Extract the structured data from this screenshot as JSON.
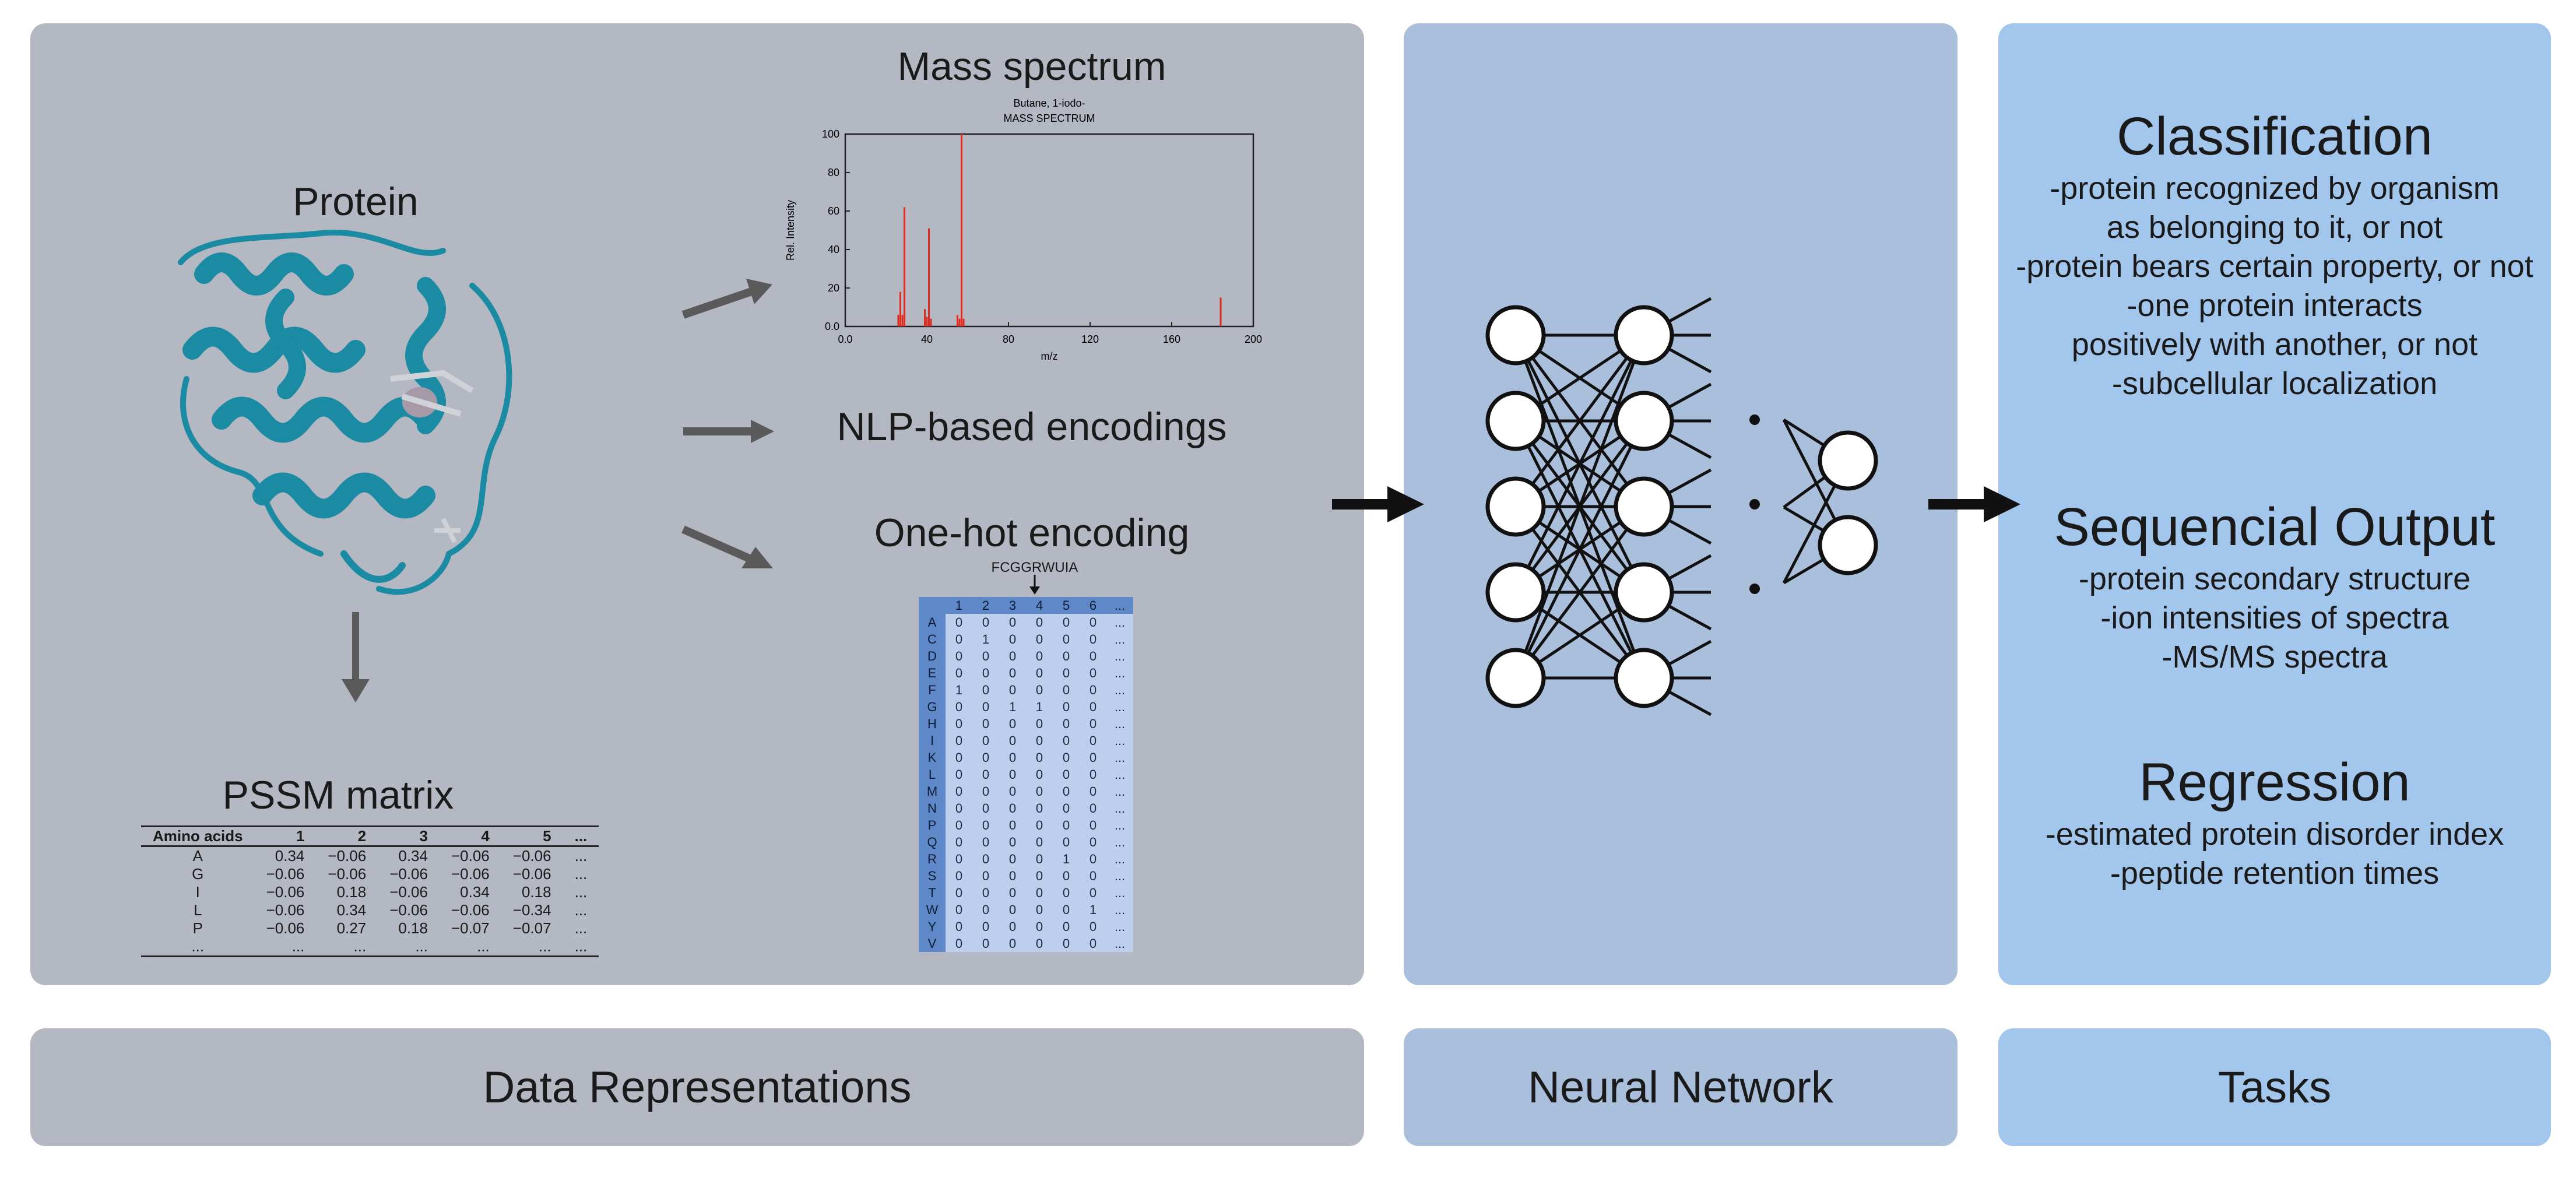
{
  "colors": {
    "data_panel": "#b4b8c2",
    "nn_panel": "#aabfdb",
    "tasks_panel": "#a3c6ec",
    "arrow_gray": "#5a5a5a",
    "arrow_black": "#111111",
    "protein": "#1b8aa3",
    "spectrum_line": "#e02a1d",
    "onehot_header": "#5f88c8",
    "onehot_cell": "#bcd0ee"
  },
  "footer": {
    "data": "Data Representations",
    "nn": "Neural Network",
    "tasks": "Tasks"
  },
  "protein": {
    "title": "Protein"
  },
  "mass_spectrum": {
    "title": "Mass spectrum",
    "inner_title_1": "Butane, 1-iodo-",
    "inner_title_2": "MASS SPECTRUM",
    "ylabel": "Rel. Intensity",
    "xlabel": "m/z",
    "xticks": [
      "0.0",
      "40",
      "80",
      "120",
      "160",
      "200"
    ],
    "yticks": [
      "100",
      "80",
      "60",
      "40",
      "20",
      "0.0"
    ]
  },
  "chart_data": {
    "type": "bar",
    "title": "Butane, 1-iodo- MASS SPECTRUM",
    "xlabel": "m/z",
    "ylabel": "Rel. Intensity",
    "xlim": [
      0,
      200
    ],
    "ylim": [
      0,
      100
    ],
    "x": [
      26,
      27,
      28,
      29,
      39,
      40,
      41,
      42,
      55,
      56,
      57,
      58,
      184
    ],
    "values": [
      6,
      18,
      6,
      62,
      9,
      5,
      51,
      4,
      6,
      4,
      100,
      4,
      15
    ]
  },
  "nlp": {
    "label": "NLP-based encodings"
  },
  "onehot": {
    "title": "One-hot encoding",
    "sequence": "FCGGRWUIA",
    "columns": [
      "1",
      "2",
      "3",
      "4",
      "5",
      "6",
      "..."
    ],
    "rows": [
      {
        "aa": "A",
        "values": [
          "0",
          "0",
          "0",
          "0",
          "0",
          "0",
          "..."
        ]
      },
      {
        "aa": "C",
        "values": [
          "0",
          "1",
          "0",
          "0",
          "0",
          "0",
          "..."
        ]
      },
      {
        "aa": "D",
        "values": [
          "0",
          "0",
          "0",
          "0",
          "0",
          "0",
          "..."
        ]
      },
      {
        "aa": "E",
        "values": [
          "0",
          "0",
          "0",
          "0",
          "0",
          "0",
          "..."
        ]
      },
      {
        "aa": "F",
        "values": [
          "1",
          "0",
          "0",
          "0",
          "0",
          "0",
          "..."
        ]
      },
      {
        "aa": "G",
        "values": [
          "0",
          "0",
          "1",
          "1",
          "0",
          "0",
          "..."
        ]
      },
      {
        "aa": "H",
        "values": [
          "0",
          "0",
          "0",
          "0",
          "0",
          "0",
          "..."
        ]
      },
      {
        "aa": "I",
        "values": [
          "0",
          "0",
          "0",
          "0",
          "0",
          "0",
          "..."
        ]
      },
      {
        "aa": "K",
        "values": [
          "0",
          "0",
          "0",
          "0",
          "0",
          "0",
          "..."
        ]
      },
      {
        "aa": "L",
        "values": [
          "0",
          "0",
          "0",
          "0",
          "0",
          "0",
          "..."
        ]
      },
      {
        "aa": "M",
        "values": [
          "0",
          "0",
          "0",
          "0",
          "0",
          "0",
          "..."
        ]
      },
      {
        "aa": "N",
        "values": [
          "0",
          "0",
          "0",
          "0",
          "0",
          "0",
          "..."
        ]
      },
      {
        "aa": "P",
        "values": [
          "0",
          "0",
          "0",
          "0",
          "0",
          "0",
          "..."
        ]
      },
      {
        "aa": "Q",
        "values": [
          "0",
          "0",
          "0",
          "0",
          "0",
          "0",
          "..."
        ]
      },
      {
        "aa": "R",
        "values": [
          "0",
          "0",
          "0",
          "0",
          "1",
          "0",
          "..."
        ]
      },
      {
        "aa": "S",
        "values": [
          "0",
          "0",
          "0",
          "0",
          "0",
          "0",
          "..."
        ]
      },
      {
        "aa": "T",
        "values": [
          "0",
          "0",
          "0",
          "0",
          "0",
          "0",
          "..."
        ]
      },
      {
        "aa": "W",
        "values": [
          "0",
          "0",
          "0",
          "0",
          "0",
          "1",
          "..."
        ]
      },
      {
        "aa": "Y",
        "values": [
          "0",
          "0",
          "0",
          "0",
          "0",
          "0",
          "..."
        ]
      },
      {
        "aa": "V",
        "values": [
          "0",
          "0",
          "0",
          "0",
          "0",
          "0",
          "..."
        ]
      }
    ]
  },
  "pssm": {
    "title": "PSSM matrix",
    "columns": [
      "Amino acids",
      "1",
      "2",
      "3",
      "4",
      "5",
      "..."
    ],
    "rows": [
      [
        "A",
        "0.34",
        "−0.06",
        "0.34",
        "−0.06",
        "−0.06",
        "..."
      ],
      [
        "G",
        "−0.06",
        "−0.06",
        "−0.06",
        "−0.06",
        "−0.06",
        "..."
      ],
      [
        "I",
        "−0.06",
        "0.18",
        "−0.06",
        "0.34",
        "0.18",
        "..."
      ],
      [
        "L",
        "−0.06",
        "0.34",
        "−0.06",
        "−0.06",
        "−0.34",
        "..."
      ],
      [
        "P",
        "−0.06",
        "0.27",
        "0.18",
        "−0.07",
        "−0.07",
        "..."
      ],
      [
        "...",
        "...",
        "...",
        "...",
        "...",
        "...",
        "..."
      ]
    ]
  },
  "tasks": {
    "classification": {
      "title": "Classification",
      "lines": [
        "-protein recognized by organism",
        "as belonging to it, or not",
        "-protein bears certain property, or not",
        "-one protein interacts",
        "positively with another, or not",
        "-subcellular localization"
      ]
    },
    "sequential": {
      "title": "Sequencial Output",
      "lines": [
        "-protein secondary structure",
        "-ion intensities of spectra",
        "-MS/MS spectra"
      ]
    },
    "regression": {
      "title": "Regression",
      "lines": [
        "-estimated protein disorder index",
        "-peptide retention times"
      ]
    }
  }
}
